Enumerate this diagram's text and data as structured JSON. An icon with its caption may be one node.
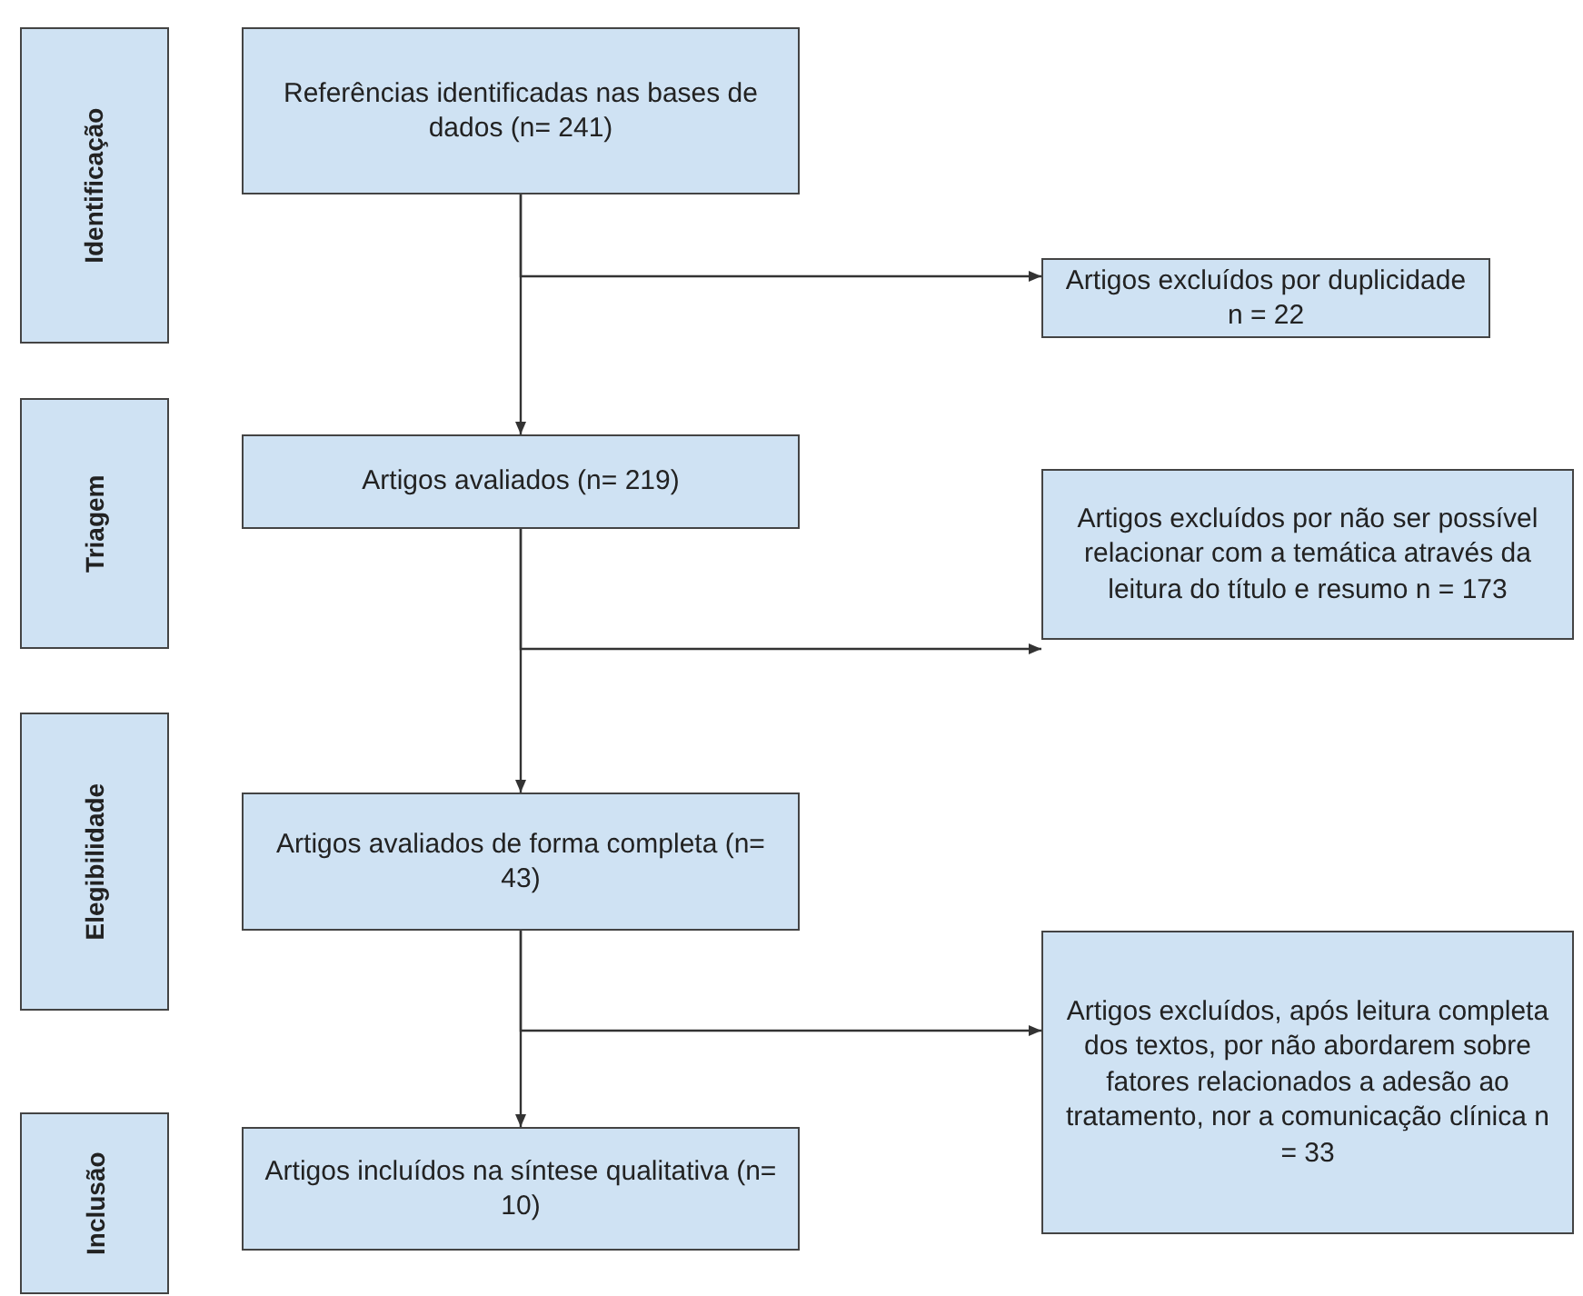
{
  "diagram": {
    "nodes": [
      {
        "text": [
          "Identificação"
        ]
      },
      {
        "text": [
          "Triagem"
        ]
      },
      {
        "text": [
          "Elegibilidade"
        ]
      },
      {
        "text": [
          "Inclusão"
        ]
      },
      {
        "text": [
          "Referências identificadas nas bases de dados (n= 241)"
        ]
      },
      {
        "text": [
          "Artigos avaliados (n= 219)"
        ]
      },
      {
        "text": [
          "Artigos avaliados de forma completa (n= 43)"
        ]
      },
      {
        "text": [
          "Artigos incluídos na síntese qualitativa (n= 10)"
        ]
      },
      {
        "text": [
          "Artigos excluídos por duplicidade n = 22"
        ]
      },
      {
        "text": [
          "Artigos excluídos por não ser possível relacionar com a temática através da leitura do título e resumo n = 173"
        ]
      },
      {
        "text": [
          "Artigos excluídos, após leitura completa dos textos, por não abordarem sobre fatores relacionados a adesão ao tratamento, nor a comunicação clínica n = 33"
        ]
      }
    ],
    "edges": [
      {
        "from": 4,
        "to": 5,
        "arrow": "to"
      },
      {
        "from": 5,
        "to": 6,
        "arrow": "to"
      },
      {
        "from": 6,
        "to": 7,
        "arrow": "to"
      },
      {
        "from": 4,
        "to": 8,
        "arrow": "to"
      },
      {
        "from": 5,
        "to": 9,
        "arrow": "to"
      },
      {
        "from": 6,
        "to": 10,
        "arrow": "to"
      }
    ]
  }
}
